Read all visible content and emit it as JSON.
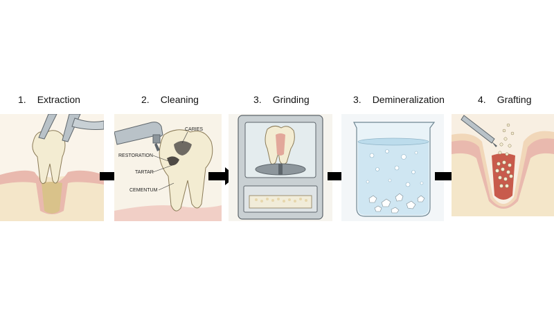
{
  "steps": [
    {
      "number": "1.",
      "title": "Extraction"
    },
    {
      "number": "2.",
      "title": "Cleaning"
    },
    {
      "number": "3.",
      "title": "Grinding"
    },
    {
      "number": "3.",
      "title": "Demineralization"
    },
    {
      "number": "4.",
      "title": "Grafting"
    }
  ],
  "cleaning_labels": {
    "caries": "CARIES",
    "restoration": "RESTORATION",
    "tartar": "TARTAR",
    "cementum": "CEMENTUM"
  },
  "colors": {
    "arrow": "#000000",
    "tooth": "#f3ecd2",
    "gum": "#e9b9ae",
    "bone": "#f4e6c9",
    "liquid": "#cfe6f2",
    "steel": "#b9c2c8"
  }
}
